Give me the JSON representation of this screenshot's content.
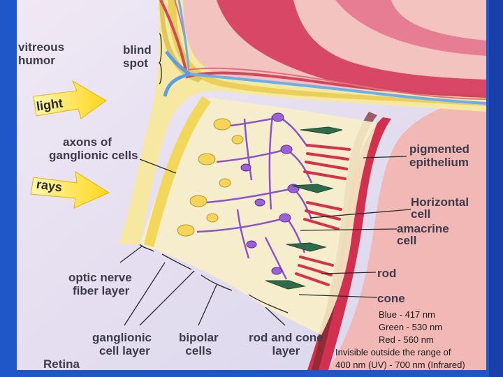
{
  "labels": {
    "vitreous": [
      "vitreous",
      "humor"
    ],
    "blind_spot": [
      "blind",
      "spot"
    ],
    "light": "light",
    "rays": "rays",
    "axons": [
      "axons of",
      "ganglionic cells"
    ],
    "pigmented": [
      "pigmented",
      "epithelium"
    ],
    "horizontal": [
      "Horizontal",
      "cell"
    ],
    "amacrine": [
      "amacrine",
      "cell"
    ],
    "rod": "rod",
    "cone": "cone",
    "optic": [
      "optic nerve",
      "fiber layer"
    ],
    "ganglionic_layer": [
      "ganglionic",
      "cell layer"
    ],
    "bipolar": [
      "bipolar",
      "cells"
    ],
    "rod_cone_layer": [
      "rod and cone",
      "layer"
    ],
    "retina": "Retina"
  },
  "wavelengths": [
    "Blue - 417 nm",
    "Green - 530 nm",
    "Red - 560 nm",
    "Invisible outside the range of",
    "400 nm (UV) - 700 nm (Infrared)"
  ],
  "colors": {
    "slide_bg": "#1f56c8",
    "panel_bg": "#e6dff0",
    "fiber_yellow": "#f3e27a",
    "pink_layer": "#f2b9b6",
    "red_layer": "#cf2f52",
    "purple_cells": "#8a55c8",
    "rod_red": "#d8304a",
    "cone_green": "#2f6b48",
    "arrow_yellow": "#ffe23a"
  }
}
